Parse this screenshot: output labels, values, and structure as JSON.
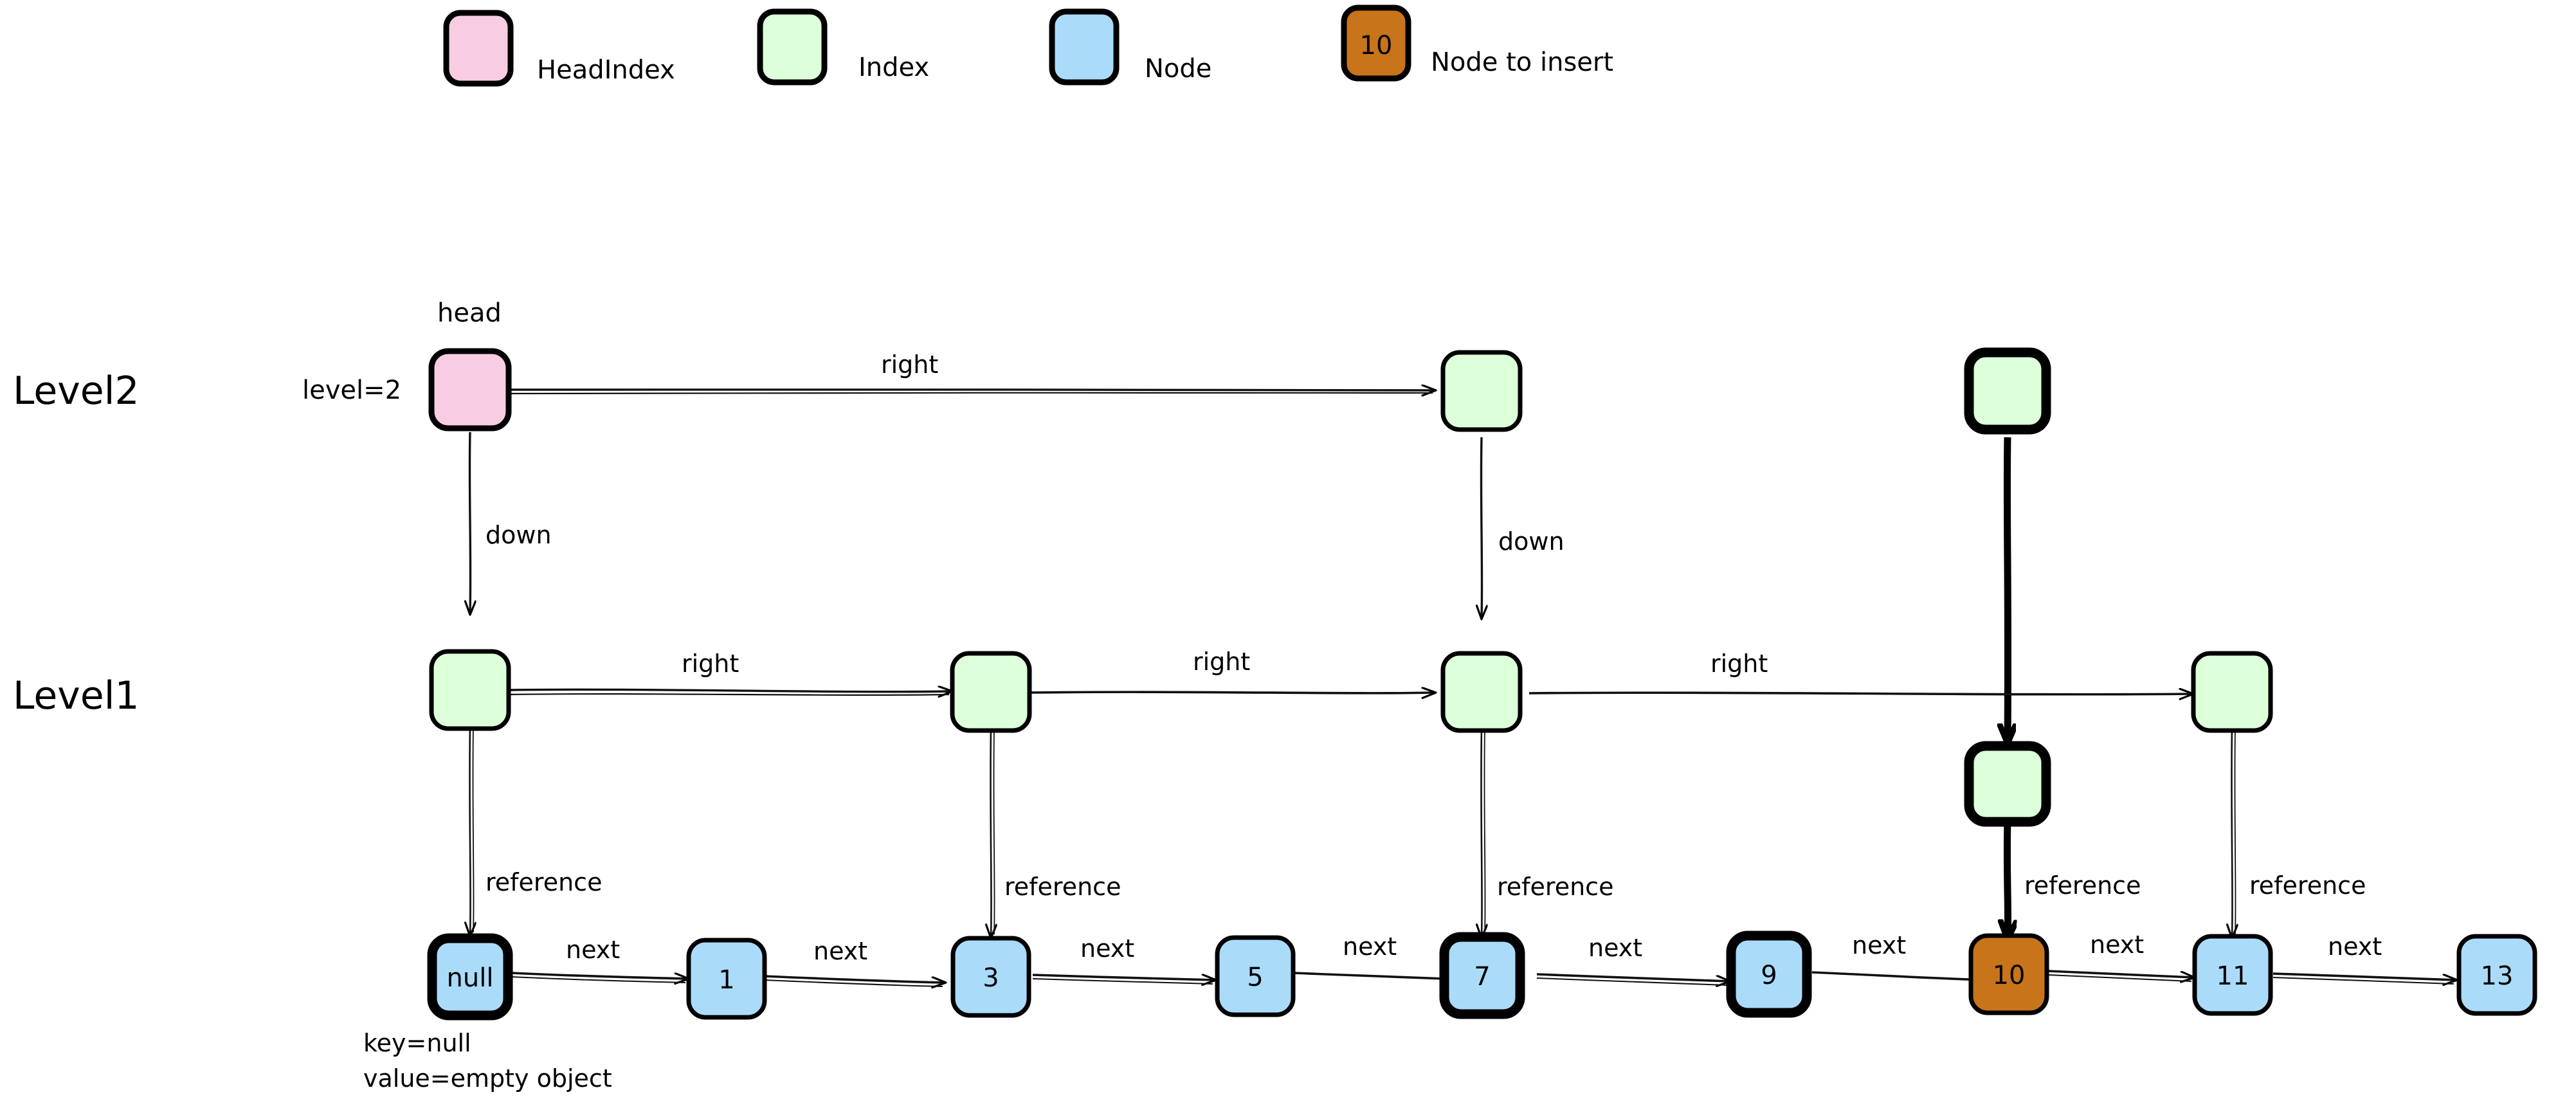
{
  "diagram": {
    "title": "Skip list insertion diagram",
    "background": "#ffffff"
  },
  "colors": {
    "head_index_fill": "#f8cde3",
    "index_fill": "#ddffd9",
    "node_fill": "#aadcfa",
    "insert_node_fill": "#c8741a",
    "stroke": "#000000",
    "head_label": "#ff0000"
  },
  "legend": {
    "items": [
      {
        "id": "head-index",
        "swatch": "head_index_fill",
        "label": "HeadIndex",
        "box_text": ""
      },
      {
        "id": "index",
        "swatch": "index_fill",
        "label": "Index",
        "box_text": ""
      },
      {
        "id": "node",
        "swatch": "node_fill",
        "label": "Node",
        "box_text": ""
      },
      {
        "id": "node-to-insert",
        "swatch": "insert_node_fill",
        "label": "Node to insert",
        "box_text": "10"
      }
    ]
  },
  "levels": [
    {
      "id": "level2",
      "label": "Level2"
    },
    {
      "id": "level1",
      "label": "Level1"
    }
  ],
  "annotations": {
    "head": "head",
    "level_eq": "level=2",
    "null_note_line1": "key=null",
    "null_note_line2": "value=empty object"
  },
  "edge_labels": {
    "right": "right",
    "down": "down",
    "reference": "reference",
    "next": "next"
  },
  "level2_row": {
    "boxes": [
      {
        "id": "head-index-l2",
        "kind": "head_index",
        "text": "",
        "emphasis": "normal"
      },
      {
        "id": "index-7-l2",
        "kind": "index",
        "text": "",
        "emphasis": "normal"
      },
      {
        "id": "index-10-l2",
        "kind": "index",
        "text": "",
        "emphasis": "bold"
      }
    ],
    "right_edges": [
      {
        "from": "head-index-l2",
        "to": "index-7-l2",
        "label": "right"
      }
    ]
  },
  "level1_row": {
    "boxes": [
      {
        "id": "index-null-l1",
        "kind": "index",
        "text": "",
        "emphasis": "normal"
      },
      {
        "id": "index-3-l1",
        "kind": "index",
        "text": "",
        "emphasis": "normal"
      },
      {
        "id": "index-7-l1",
        "kind": "index",
        "text": "",
        "emphasis": "normal"
      },
      {
        "id": "index-10-l1",
        "kind": "index",
        "text": "",
        "emphasis": "bold"
      },
      {
        "id": "index-11-l1",
        "kind": "index",
        "text": "",
        "emphasis": "normal"
      }
    ],
    "right_edges": [
      {
        "from": "index-null-l1",
        "to": "index-3-l1",
        "label": "right"
      },
      {
        "from": "index-3-l1",
        "to": "index-7-l1",
        "label": "right"
      },
      {
        "from": "index-7-l1",
        "to": "index-11-l1",
        "label": "right"
      }
    ]
  },
  "node_row": {
    "nodes": [
      {
        "id": "node-null",
        "text": "null",
        "kind": "node",
        "emphasis": "bold"
      },
      {
        "id": "node-1",
        "text": "1",
        "kind": "node",
        "emphasis": "normal"
      },
      {
        "id": "node-3",
        "text": "3",
        "kind": "node",
        "emphasis": "normal"
      },
      {
        "id": "node-5",
        "text": "5",
        "kind": "node",
        "emphasis": "normal"
      },
      {
        "id": "node-7",
        "text": "7",
        "kind": "node",
        "emphasis": "bold"
      },
      {
        "id": "node-9",
        "text": "9",
        "kind": "node",
        "emphasis": "bold"
      },
      {
        "id": "node-10",
        "text": "10",
        "kind": "insert_node",
        "emphasis": "normal"
      },
      {
        "id": "node-11",
        "text": "11",
        "kind": "node",
        "emphasis": "normal"
      },
      {
        "id": "node-13",
        "text": "13",
        "kind": "node",
        "emphasis": "normal"
      }
    ],
    "next_labels": [
      "next",
      "next",
      "next",
      "next",
      "next",
      "next",
      "next",
      "next"
    ]
  },
  "down_edges": [
    {
      "from": "head-index-l2",
      "to": "index-null-l1",
      "label": "down",
      "emphasis": "normal"
    },
    {
      "from": "index-7-l2",
      "to": "index-7-l1",
      "label": "down",
      "emphasis": "normal"
    },
    {
      "from": "index-10-l2",
      "to": "index-10-l1",
      "label": "",
      "emphasis": "bold"
    }
  ],
  "reference_edges": [
    {
      "from": "index-null-l1",
      "to": "node-null",
      "label": "reference",
      "emphasis": "normal"
    },
    {
      "from": "index-3-l1",
      "to": "node-3",
      "label": "reference",
      "emphasis": "normal"
    },
    {
      "from": "index-7-l1",
      "to": "node-7",
      "label": "reference",
      "emphasis": "normal"
    },
    {
      "from": "index-10-l1",
      "to": "node-10",
      "label": "reference",
      "emphasis": "bold"
    },
    {
      "from": "index-11-l1",
      "to": "node-11",
      "label": "reference",
      "emphasis": "normal"
    }
  ]
}
